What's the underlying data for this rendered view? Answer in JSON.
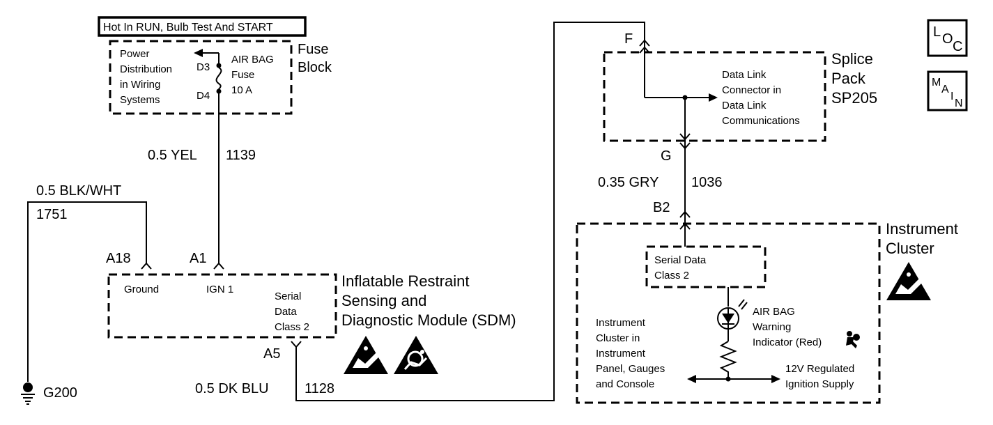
{
  "header_banner": "Hot In RUN, Bulb Test And START",
  "fuse_block": {
    "title_line1": "Fuse",
    "title_line2": "Block",
    "power_dist_lines": [
      "Power",
      "Distribution",
      "in Wiring",
      "Systems"
    ],
    "fuse_lines": [
      "AIR BAG",
      "Fuse",
      "10 A"
    ],
    "pin_d3": "D3",
    "pin_d4": "D4"
  },
  "wires": {
    "fuse_to_sdm": {
      "gauge_color": "0.5 YEL",
      "circuit": "1139"
    },
    "ground": {
      "gauge_color": "0.5 BLK/WHT",
      "circuit": "1751"
    },
    "serial": {
      "gauge_color": "0.5 DK BLU",
      "circuit": "1128"
    },
    "cluster": {
      "gauge_color": "0.35 GRY",
      "circuit": "1036"
    }
  },
  "ground_point": "G200",
  "sdm": {
    "title_lines": [
      "Inflatable Restraint",
      "Sensing and",
      "Diagnostic Module (SDM)"
    ],
    "pin_a18": "A18",
    "pin_a1": "A1",
    "pin_a5": "A5",
    "label_ground": "Ground",
    "label_ign": "IGN 1",
    "serial_lines": [
      "Serial",
      "Data",
      "Class 2"
    ]
  },
  "splice_pack": {
    "title_lines": [
      "Splice",
      "Pack",
      "SP205"
    ],
    "pin_f": "F",
    "pin_g": "G",
    "dlc_lines": [
      "Data Link",
      "Connector in",
      "Data Link",
      "Communications"
    ]
  },
  "instrument_cluster": {
    "title_lines": [
      "Instrument",
      "Cluster"
    ],
    "pin_b2": "B2",
    "serial_lines": [
      "Serial Data",
      "Class 2"
    ],
    "indicator_lines": [
      "AIR BAG",
      "Warning",
      "Indicator (Red)"
    ],
    "location_lines": [
      "Instrument",
      "Cluster in",
      "Instrument",
      "Panel, Gauges",
      "and Console"
    ],
    "supply_lines": [
      "12V Regulated",
      "Ignition Supply"
    ]
  },
  "nav_buttons": {
    "loc": [
      "L",
      "O",
      "C"
    ],
    "main": [
      "M",
      "A",
      "I",
      "N"
    ]
  },
  "icons": [
    "esd-warning-icon",
    "airbag-warning-icon",
    "airbag-indicator-icon"
  ]
}
